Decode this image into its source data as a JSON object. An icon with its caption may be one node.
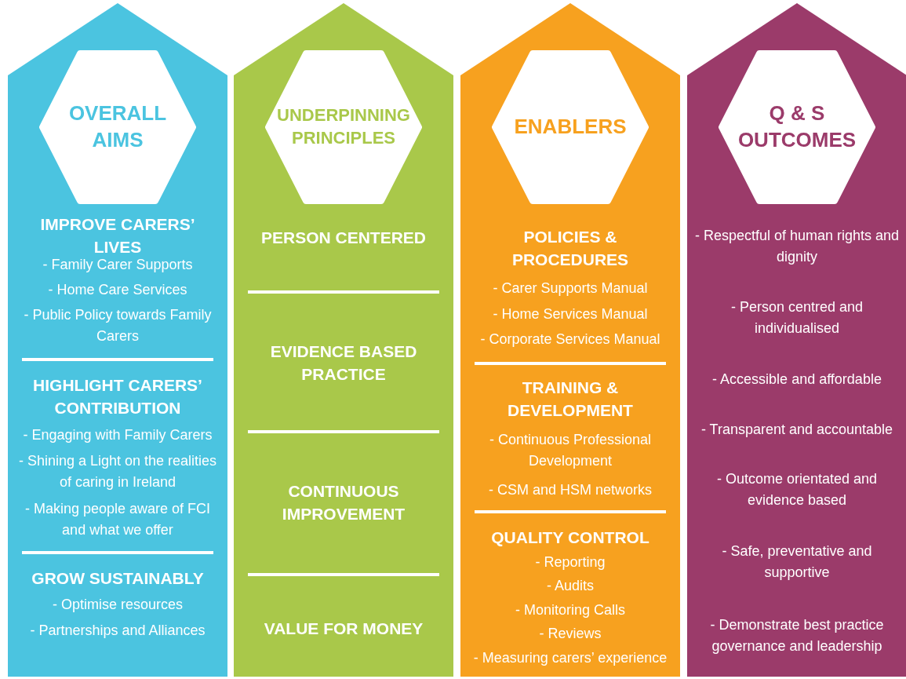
{
  "diagram": {
    "nodes": [
      {
        "text": [
          "IMPROVE CARERS’ LIVES",
          "- Family Carer Supports",
          "- Home Care Services",
          "- Public Policy towards Family Carers",
          "HIGHLIGHT CARERS’ CONTRIBUTION",
          "- Engaging with Family Carers",
          "- Shining a Light on the realities of caring in Ireland",
          "- Making people aware of FCI and what we offer",
          "GROW SUSTAINABLY",
          "- Optimise resources",
          "- Partnerships and Alliances"
        ]
      },
      {
        "text": [
          "OVERALL AIMS"
        ],
        "in": 0
      },
      {
        "text": [
          "PERSON CENTERED",
          "EVIDENCE BASED PRACTICE",
          "CONTINUOUS IMPROVEMENT",
          "VALUE FOR MONEY"
        ]
      },
      {
        "text": [
          "UNDERPINNING PRINCIPLES"
        ],
        "in": 2
      },
      {
        "text": [
          "POLICIES & PROCEDURES",
          "- Carer Supports Manual",
          "- Home Services Manual",
          "- Corporate Services Manual",
          "TRAINING & DEVELOPMENT",
          "- Continuous Professional Development",
          "- CSM and HSM networks",
          "QUALITY CONTROL",
          "- Reporting",
          "- Audits",
          "- Monitoring Calls",
          "- Reviews",
          "- Measuring carers’ experience"
        ]
      },
      {
        "text": [
          "ENABLERS"
        ],
        "in": 4
      },
      {
        "text": [
          "- Respectful of human rights and dignity",
          "- Person centred and individualised",
          "- Accessible and affordable",
          "- Transparent and accountable",
          "- Outcome orientated and evidence  based",
          "- Safe, preventative and supportive",
          "- Demonstrate best practice governance and leadership"
        ]
      },
      {
        "text": [
          "Q & S OUTCOMES"
        ],
        "in": 6
      }
    ]
  }
}
